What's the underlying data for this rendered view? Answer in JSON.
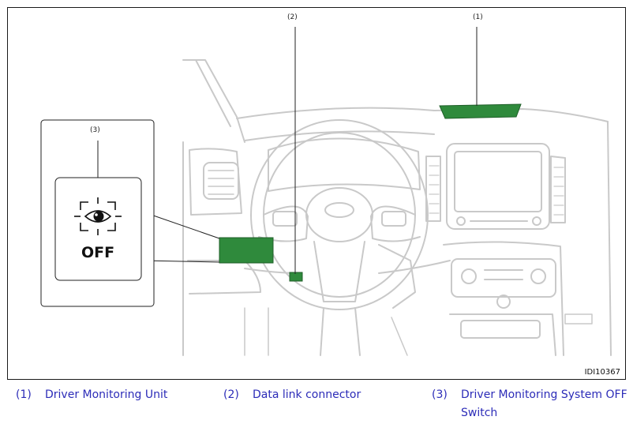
{
  "figure": {
    "figure_id": "IDI10367",
    "callouts": [
      {
        "num": "(1)"
      },
      {
        "num": "(2)"
      },
      {
        "num": "(3)"
      }
    ],
    "switch_label": "OFF",
    "colors": {
      "highlight": "#2f8a3c",
      "line": "#c8c8c8",
      "frame": "#1a1a1a"
    },
    "icons": [
      "eye-camera-icon"
    ]
  },
  "legend": [
    {
      "num": "(1)",
      "text": "Driver Monitoring Unit"
    },
    {
      "num": "(2)",
      "text": "Data link connector"
    },
    {
      "num": "(3)",
      "text": "Driver Monitoring System OFF Switch"
    }
  ]
}
